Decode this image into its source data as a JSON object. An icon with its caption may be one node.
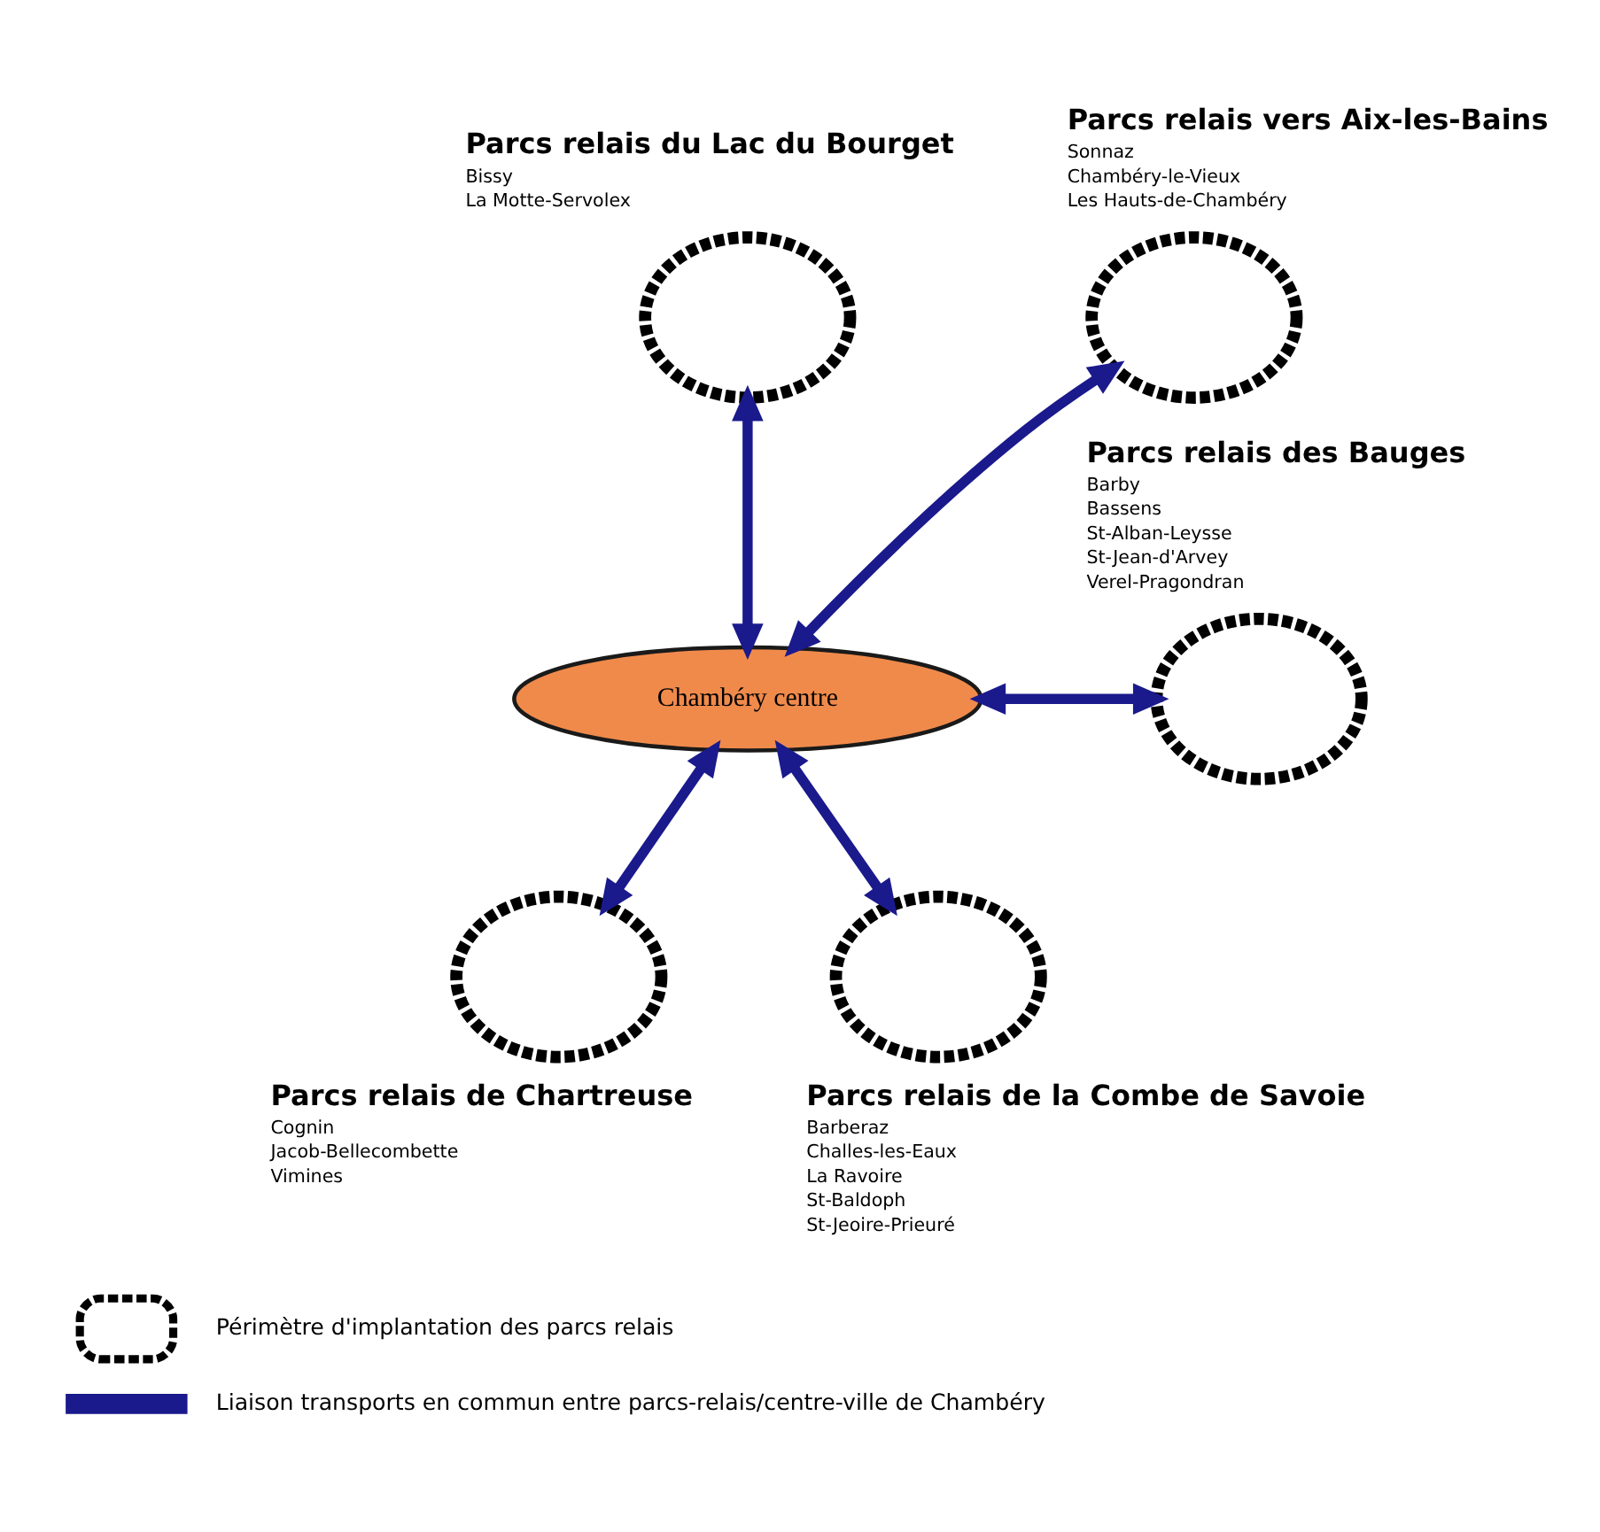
{
  "diagram": {
    "nodes": [
      {
        "text": [],
        "shape": "circle",
        "beside": [
          "Parcs relais du Lac du Bourget",
          "Bissy",
          "La Motte-Servolex"
        ]
      },
      {
        "text": [],
        "shape": "circle",
        "beside": [
          "Parcs relais vers Aix-les-Bains",
          "Sonnaz",
          "Chambéry-le-Vieux",
          "Les Hauts-de-Chambéry"
        ]
      },
      {
        "text": [
          "Chambéry centre"
        ]
      },
      {
        "text": [],
        "shape": "circle",
        "beside": [
          "Parcs relais des Bauges",
          "Barby",
          "Bassens",
          "St-Alban-Leysse",
          "St-Jean-d'Arvey",
          "Verel-Pragondran"
        ]
      },
      {
        "text": [],
        "shape": "circle",
        "beside": [
          "Parcs relais de Chartreuse",
          "Cognin",
          "Jacob-Bellecombette",
          "Vimines"
        ]
      },
      {
        "text": [],
        "shape": "circle",
        "beside": [
          "Parcs relais de la Combe de Savoie",
          "Barberaz",
          "Challes-les-Eaux",
          "La Ravoire",
          "St-Baldoph",
          "St-Jeoire-Prieuré"
        ]
      }
    ],
    "edges": [
      {
        "from": 2,
        "to": 0,
        "arrow": "both"
      },
      {
        "from": 2,
        "to": 1,
        "arrow": "both"
      },
      {
        "from": 2,
        "to": 3,
        "arrow": "both"
      },
      {
        "from": 2,
        "to": 4,
        "arrow": "both"
      },
      {
        "from": 2,
        "to": 5,
        "arrow": "both"
      }
    ],
    "legend": [
      {
        "text": "Périmètre d'implantation des parcs relais"
      },
      {
        "text": "Liaison transports en commun entre parcs-relais/centre-ville de Chambéry"
      }
    ]
  }
}
